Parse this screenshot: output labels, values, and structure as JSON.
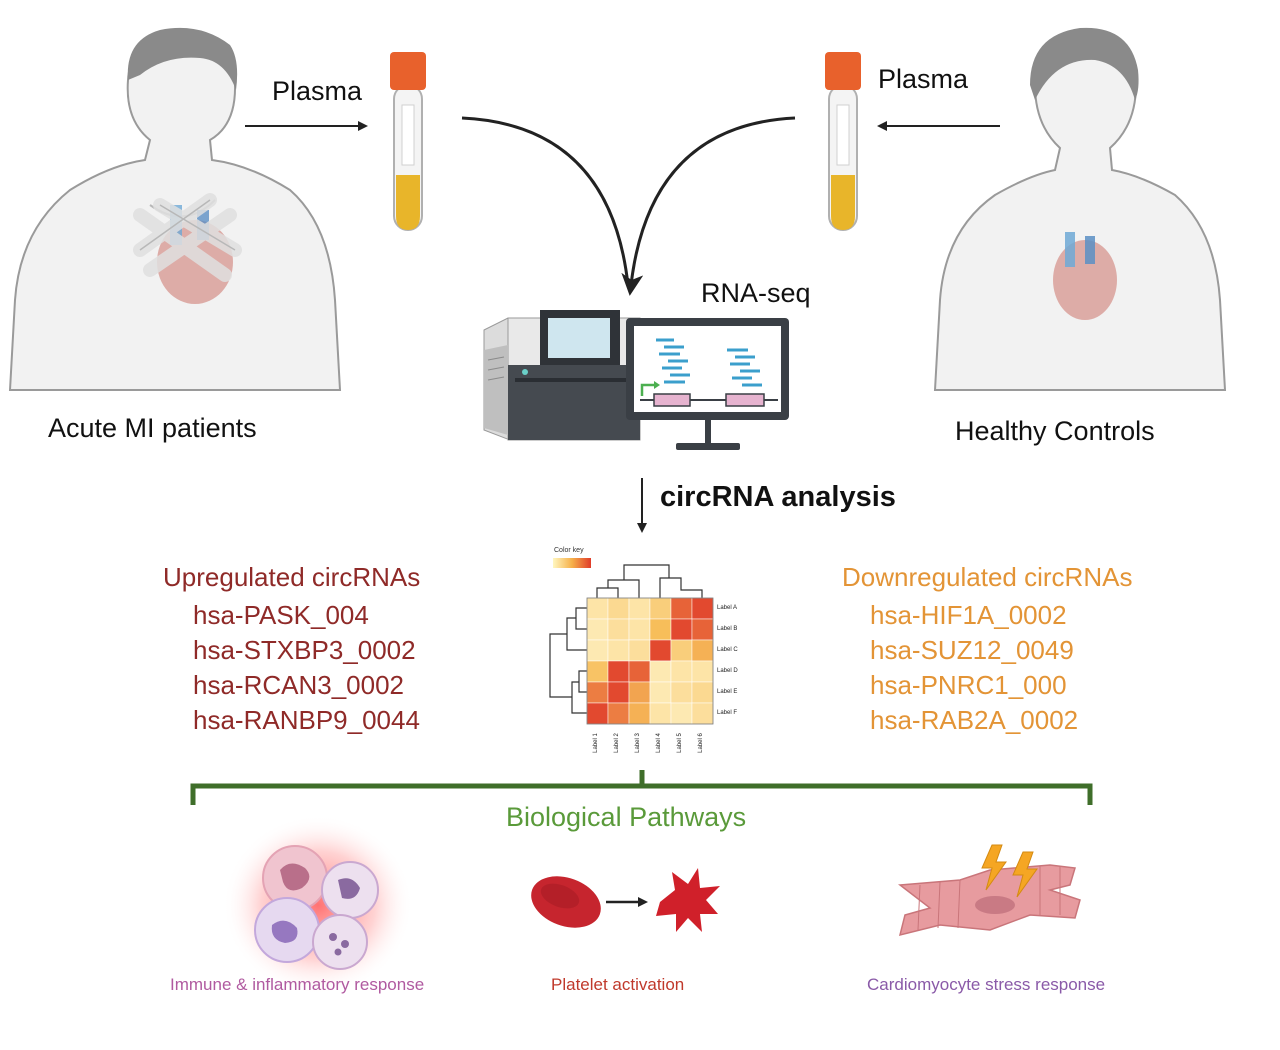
{
  "labels": {
    "plasma_left": "Plasma",
    "plasma_right": "Plasma",
    "patients": "Acute MI patients",
    "controls": "Healthy Controls",
    "rnaseq": "RNA-seq",
    "analysis": "circRNA analysis",
    "color_key": "Color key",
    "pathways": "Biological Pathways"
  },
  "upregulated": {
    "title": "Upregulated circRNAs",
    "items": [
      "hsa-PASK_004",
      "hsa-STXBP3_0002",
      "hsa-RCAN3_0002",
      "hsa-RANBP9_0044"
    ]
  },
  "downregulated": {
    "title": "Downregulated circRNAs",
    "items": [
      "hsa-HIF1A_0002",
      "hsa-SUZ12_0049",
      "hsa-PNRC1_000",
      "hsa-RAB2A_0002"
    ]
  },
  "heatmap": {
    "row_labels": [
      "Label A",
      "Label B",
      "Label C",
      "Label D",
      "Label E",
      "Label F"
    ],
    "col_labels": [
      "Label 1",
      "Label 2",
      "Label 3",
      "Label 4",
      "Label 5",
      "Label 6"
    ],
    "values": [
      [
        0.15,
        0.25,
        0.15,
        0.35,
        0.85,
        0.95
      ],
      [
        0.1,
        0.2,
        0.15,
        0.5,
        0.95,
        0.85
      ],
      [
        0.1,
        0.15,
        0.2,
        0.95,
        0.35,
        0.55
      ],
      [
        0.45,
        0.95,
        0.85,
        0.1,
        0.15,
        0.15
      ],
      [
        0.75,
        0.95,
        0.6,
        0.1,
        0.2,
        0.25
      ],
      [
        0.95,
        0.75,
        0.55,
        0.15,
        0.1,
        0.2
      ]
    ]
  },
  "pathway_items": [
    {
      "label": "Immune & inflammatory response",
      "color": "#b05aa0"
    },
    {
      "label": "Platelet activation",
      "color": "#c0392b"
    },
    {
      "label": "Cardiomyocyte stress response",
      "color": "#8a5aa8"
    }
  ],
  "colors": {
    "upregulated": "#8f2a28",
    "downregulated": "#e39436",
    "pathway": "#5a9a3a",
    "bracket": "#3f6e2a"
  }
}
